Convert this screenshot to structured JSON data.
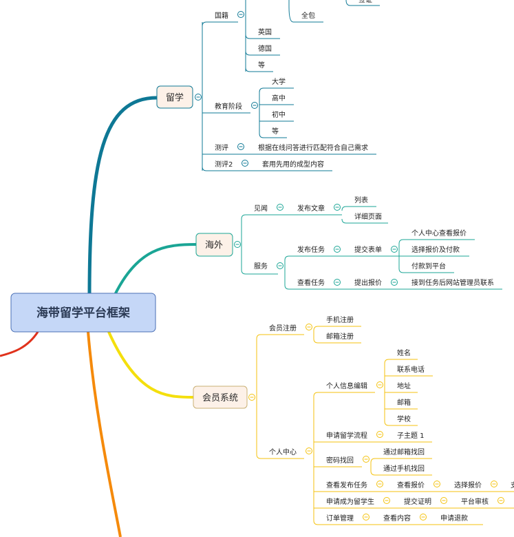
{
  "root": {
    "label": "海带留学平台框架"
  },
  "branches": {
    "liuxue": {
      "label": "留学",
      "color": "#0e7895",
      "guoji": "国籍",
      "quanbao": "全包",
      "quanbao_child": "签证",
      "yingguo": "英国",
      "deguo": "德国",
      "deng1": "等",
      "jiaoyu": "教育阶段",
      "daxue": "大学",
      "gaozhong": "高中",
      "chuzhong": "初中",
      "deng2": "等",
      "ceping": "测评",
      "ceping_child": "根据在线问答进行匹配符合自己需求",
      "ceping2": "测评2",
      "ceping2_child": "套用先用的成型内容"
    },
    "haiwai": {
      "label": "海外",
      "color": "#1aa595",
      "jianwen": "见闻",
      "fabuwenzhang": "发布文章",
      "liebiao": "列表",
      "xiangxi": "详细页面",
      "fuwu": "服务",
      "faburenwu": "发布任务",
      "tijiaobiaodan": "提交表单",
      "gerenbaojia": "个人中心查看报价",
      "xuanzebaojia": "选择报价及付款",
      "fukuan": "付款到平台",
      "chakanrenwu": "查看任务",
      "tichubaojia": "提出报价",
      "jiedao": "接到任务后网站管理员联系"
    },
    "huiyuan": {
      "label": "会员系统",
      "color": "#f4c20d",
      "zhuce": "会员注册",
      "shouji": "手机注册",
      "youxiang": "邮箱注册",
      "gerenzhongxin": "个人中心",
      "bianji": "个人信息编辑",
      "xingming": "姓名",
      "dianhua": "联系电话",
      "dizhi": "地址",
      "youxiang2": "邮箱",
      "xuexiao": "学校",
      "liucheng": "申请留学流程",
      "zizhuti": "子主题 1",
      "mima": "密码找回",
      "tongguoyouxiang": "通过邮箱找回",
      "tongguoshouji": "通过手机找回",
      "chakanfabu": "查看发布任务",
      "chakanbaojia": "查看报价",
      "xuanzebaojia2": "选择报价",
      "zhi": "支",
      "shenqing": "申请成为留学生",
      "tijiao": "提交证明",
      "shenhe": "平台审核",
      "dingdan": "订单管理",
      "chakanneirong": "查看内容",
      "tuikuan": "申请退款"
    },
    "left_red": {
      "color": "#e0321c"
    },
    "bottom_orange": {
      "color": "#f58a0b"
    }
  }
}
